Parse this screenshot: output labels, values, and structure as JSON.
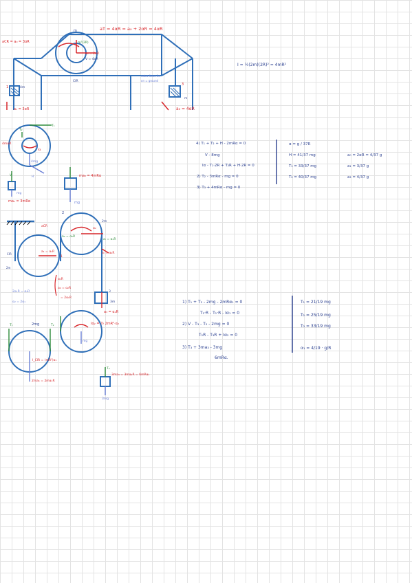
{
  "part1": {
    "at_formula": "aT = 4αR = a₀ + 2αR = 4αR",
    "acr_label": "aCR = a₀ = 3αR",
    "center_label": "m",
    "m2r_label": "m²(2R)",
    "a2r_label": "a₀ = 2αR",
    "v_label": "V = 4αR",
    "cir_label": "CIR",
    "block1_num": "1",
    "block1_mass": "4m",
    "a1_label": "a₁ = 3αR",
    "block3_num": "3",
    "block3_mass": "m",
    "a3_label": "a₃ = 4αR",
    "note1": "extra force lie",
    "note2": "on = ground",
    "inertia_formula": "I = ½(2m)(2R)² = 4mR²"
  },
  "part1_fbd": {
    "t1": "T₁",
    "t2": "T₂",
    "mass_label": "4mαR",
    "ix": "Iα",
    "mg4": "4mg",
    "h_label": "H",
    "v_label": "V",
    "m3_label": "ma₃ = 4mRα",
    "ma1_label": "ma₁ = 3mRα",
    "mg": "mg",
    "mg3": "mg"
  },
  "part1_eqs": [
    "4) T₁ + T₂ + H - 2mRα = 0",
    "V - 8mg",
    "Iα - T₁·2R + T₂R + H·2R = 0",
    "2) T₂ - 3mRα - mg = 0",
    "3) T₃ + 4mRα - mg = 0"
  ],
  "part1_results": {
    "alpha": "α = g / 37R",
    "h": "H = 41/37 mg",
    "t1": "T₁ = 33/37 mg",
    "t2": "T₂ = 40/37 mg",
    "at": "a₀ = 2αR = 4/37 g",
    "a1": "a₁ = 3/37 g",
    "a3": "a₃ = 4/37 g"
  },
  "part2": {
    "label2": "2",
    "m_label": "2m",
    "acr_label": "aCR",
    "alpha2_label": "α₂",
    "a0_label": "a₀ = α₂R",
    "a1_label": "a₁ = α₁R",
    "ar_label": "aᵣ = α₂R",
    "cir_label": "CIR",
    "label1": "1",
    "m1": "2m",
    "block_num": "3",
    "block_mass": "3m",
    "a3_label": "a₃ = α₂R",
    "brace1": "α₁R",
    "brace2": "a₀ = α₂R",
    "brace3": "= 2α₁R",
    "eq1": "2α₁R = α₂R",
    "eq2": "α₂ = 2α₁"
  },
  "part2_fbd": {
    "t1": "T₁",
    "t2": "T₂",
    "mass2": "2mg",
    "mg": "mg",
    "ia": "Iα₂ = ½ 2mR²·α₂",
    "cir": "I_CIR = (mR²)α₁",
    "ma": "2ma₁ = 2mα₁R",
    "t3": "T₃",
    "m3": "3ma₃ = 3mα₂R = 6mRα₁",
    "mg3": "3mg"
  },
  "part2_eqs": [
    "1) T₁ + T₂ - 2mg - 2mRα₁ = 0",
    "T₂·R - T₁·R - Iα₁ = 0",
    "2) V - T₃ - T₂ - 2mg = 0",
    "T₂R - T₃R + Iα₂ = 0",
    "3) T₃ + 3ma₃ - 3mg",
    "6mRα."
  ],
  "part2_results": {
    "t1": "T₁ = 21/19 mg",
    "t2": "T₂ = 25/19 mg",
    "t3": "T₃ = 33/19 mg",
    "alpha": "α₁ = 4/19 · g/R"
  }
}
